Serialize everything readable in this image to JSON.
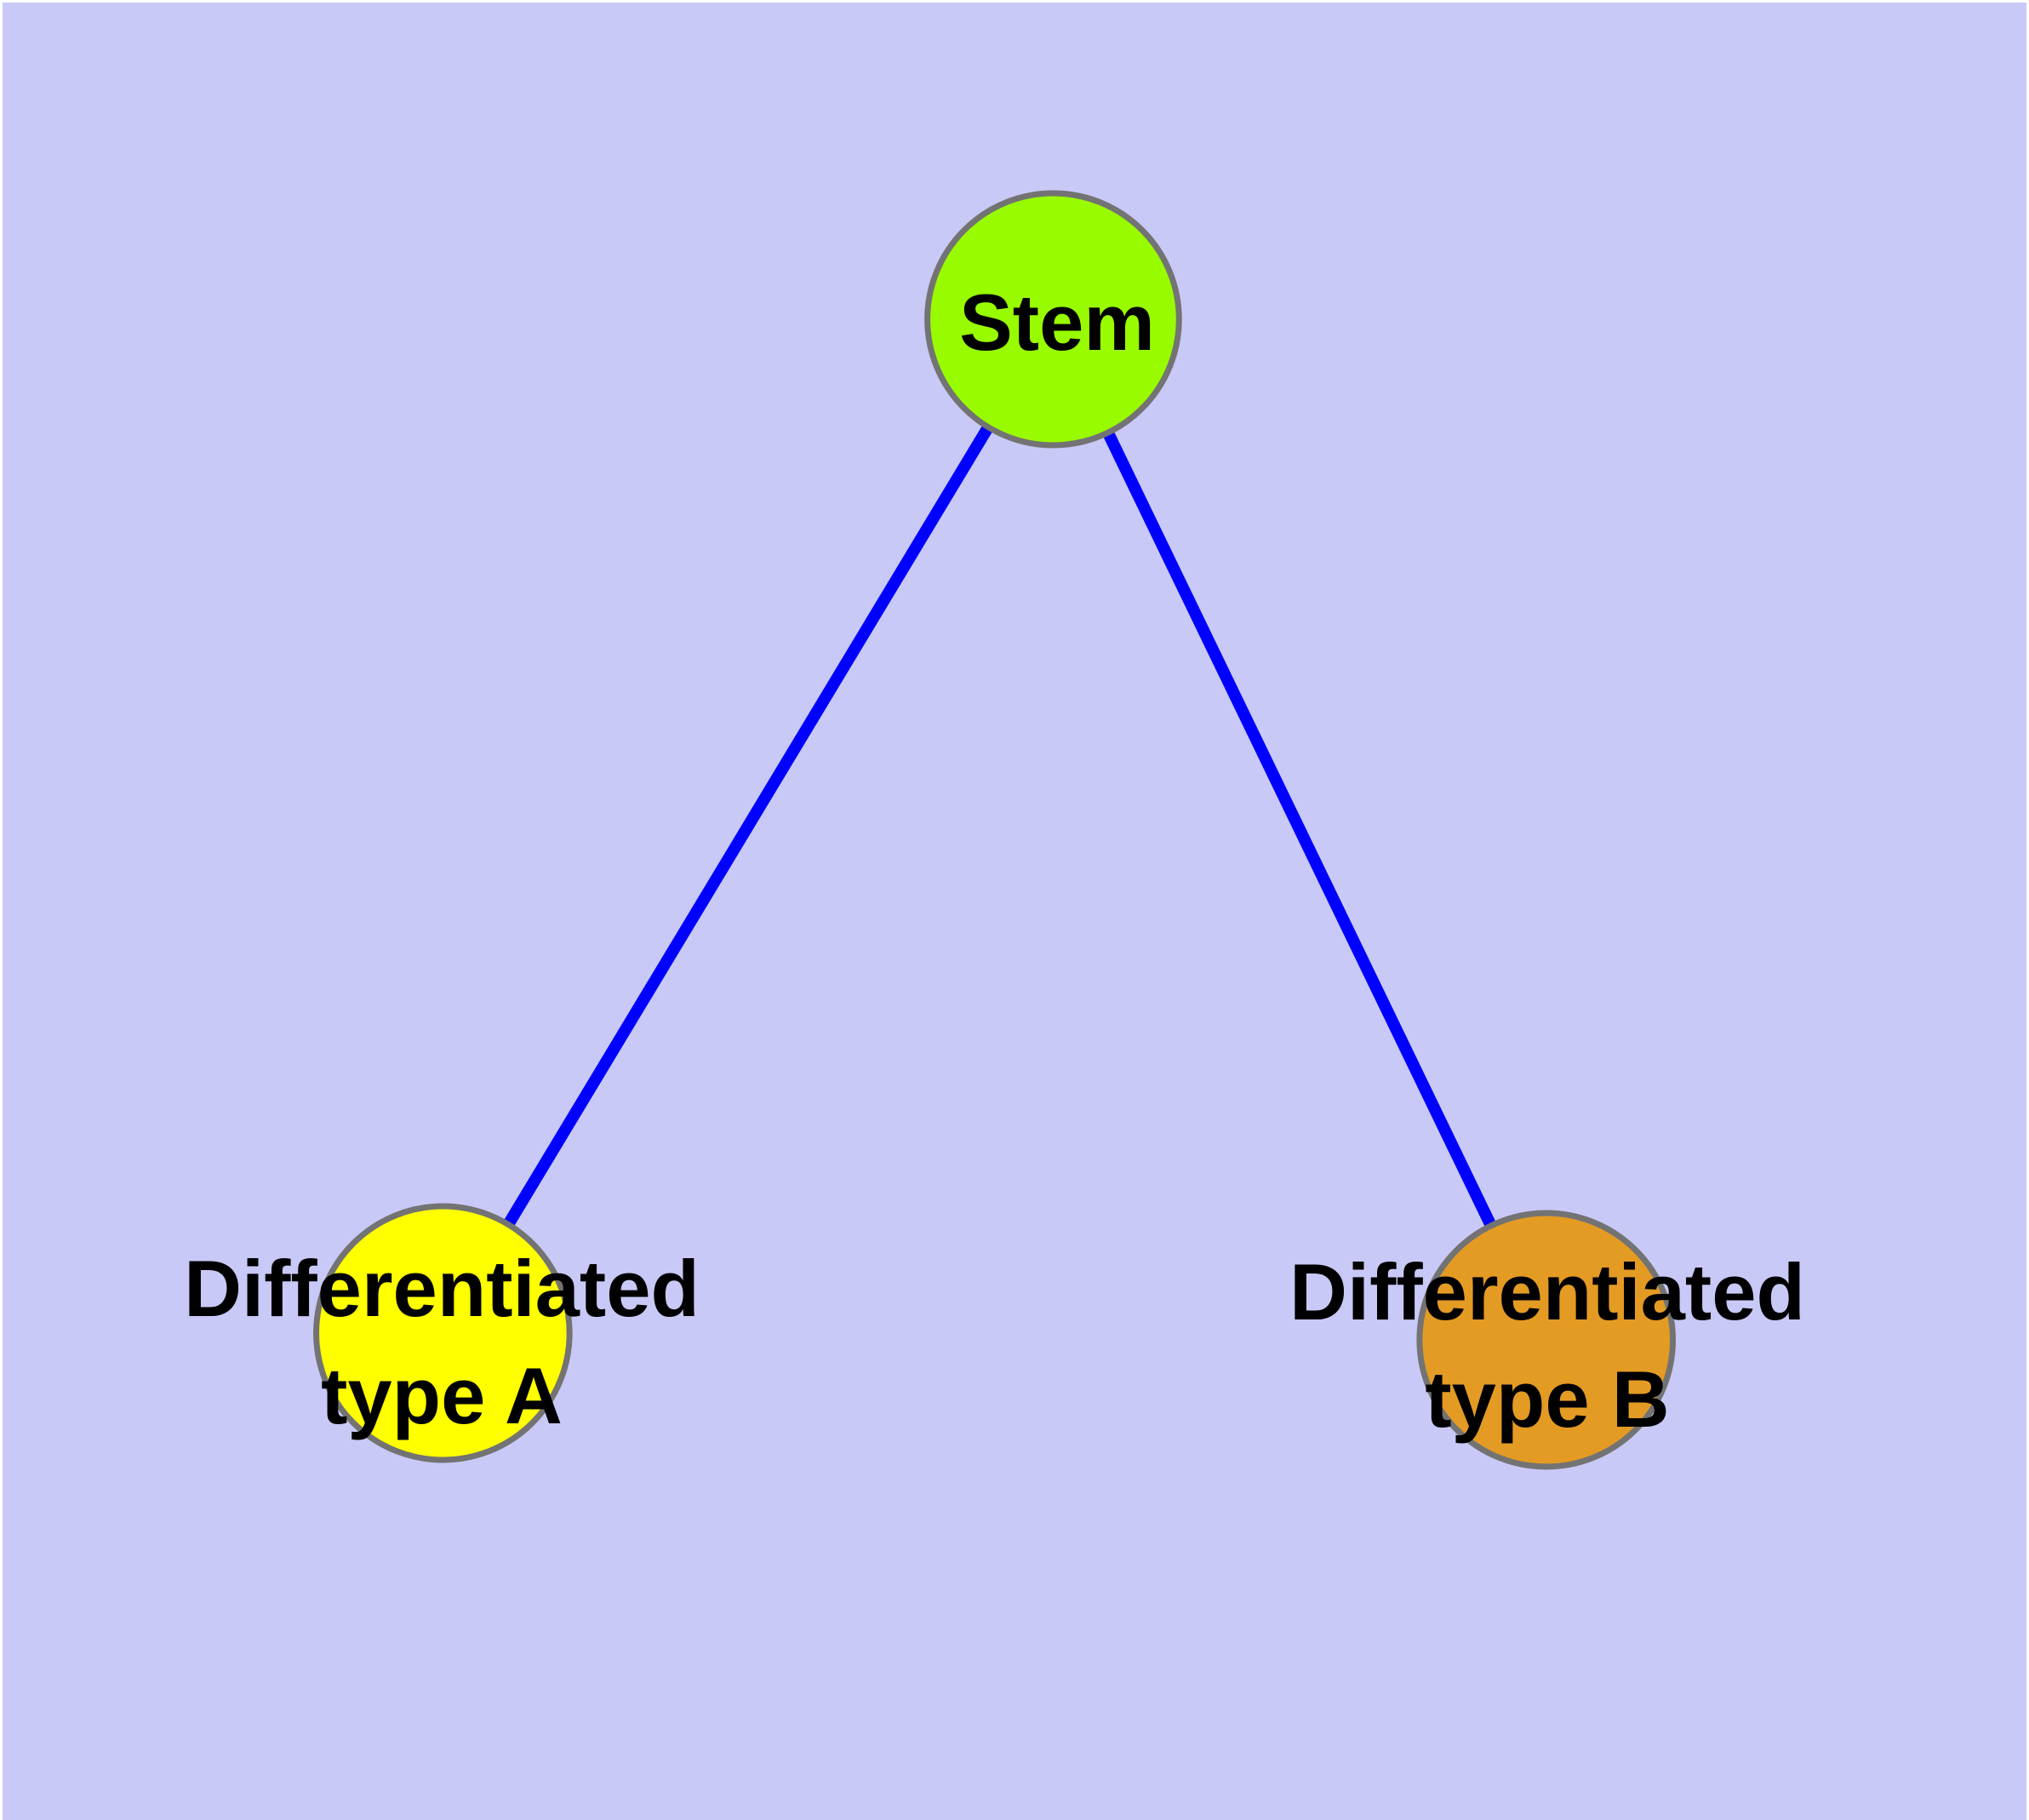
{
  "figure": {
    "type": "network-graph-diagram",
    "background_color": "#C9C9F7",
    "frame_color": "#FFFFFF",
    "label_color": "#000000",
    "node_border_color": "#737373",
    "edge_color": "#0000FF"
  },
  "graph": {
    "nodes": [
      {
        "id": "stem",
        "label": "Stem",
        "lines": [
          "Stem"
        ],
        "color": "#99FB00"
      },
      {
        "id": "differentiated-type-a",
        "label": "Differentiated type A",
        "lines": [
          "Differentiated",
          "type A"
        ],
        "color": "#FFFF00"
      },
      {
        "id": "differentiated-type-b",
        "label": "Differentiated type B",
        "lines": [
          "Differentiated",
          "type B"
        ],
        "color": "#E49B23"
      }
    ],
    "edges": [
      {
        "from": "Stem",
        "to": "Differentiated type A"
      },
      {
        "from": "Stem",
        "to": "Differentiated type B"
      }
    ]
  }
}
